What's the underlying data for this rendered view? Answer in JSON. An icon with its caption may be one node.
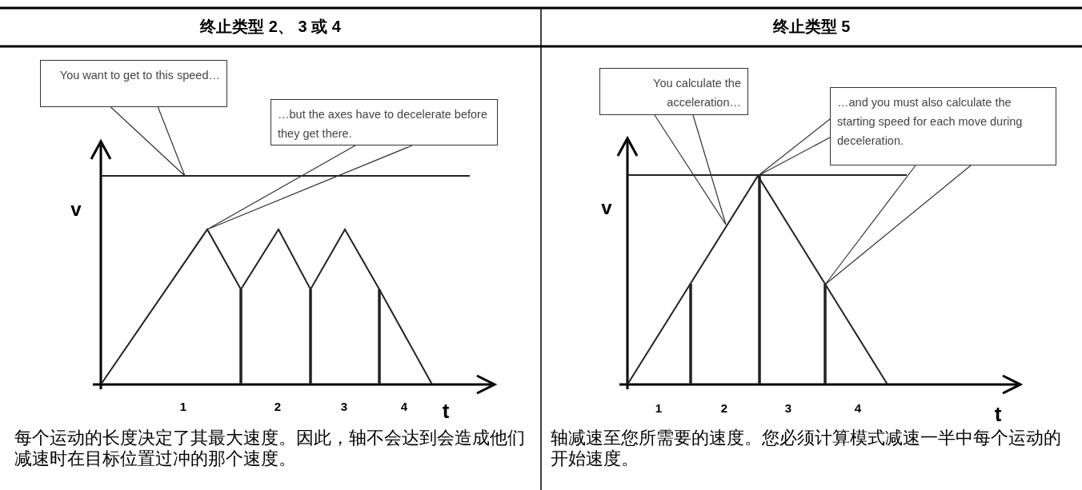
{
  "diagram": {
    "nodes": [
      {
        "text": [
          "You want to get to this speed…"
        ]
      },
      {
        "text": [
          "…but the axes have to decelerate before they get there."
        ]
      },
      {
        "text": [
          "You calculate the acceleration…"
        ]
      },
      {
        "text": [
          "…and you must also calculate the starting speed for each move during deceleration."
        ]
      }
    ],
    "edges": [
      {
        "from": 0,
        "to": null,
        "arrow": "none"
      },
      {
        "from": 1,
        "to": null,
        "arrow": "none"
      },
      {
        "from": 2,
        "to": null,
        "arrow": "none"
      },
      {
        "from": 3,
        "to": null,
        "arrow": "none"
      },
      {
        "from": 3,
        "to": null,
        "arrow": "none"
      }
    ],
    "labels": [
      "终止类型 2、 3 或 4",
      "终止类型 5",
      "v",
      "v",
      "1",
      "2",
      "3",
      "4",
      "t",
      "1",
      "2",
      "3",
      "4",
      "t",
      "每个运动的长度决定了其最大速度。因此，轴不会达到会造成他们减速时在目标位置过冲的那个速度。",
      "轴减速至您所需要的速度。您必须计算模式减速一半中每个运动的开始速度。"
    ]
  }
}
